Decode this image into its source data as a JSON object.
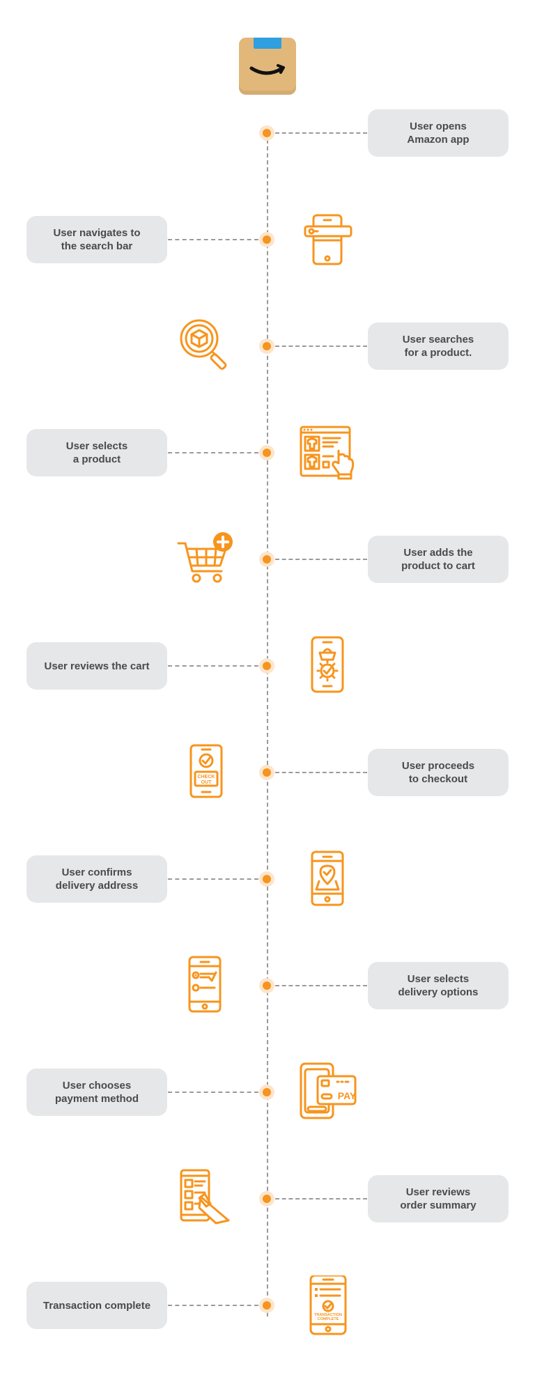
{
  "steps": [
    {
      "label": "User opens\nAmazon app",
      "side": "right",
      "icon": "none"
    },
    {
      "label": "User navigates to\nthe search bar",
      "side": "left",
      "icon": "phone-search-bar-icon"
    },
    {
      "label": "User searches\nfor a product.",
      "side": "right",
      "icon": "magnifier-box-icon"
    },
    {
      "label": "User selects\na product",
      "side": "left",
      "icon": "product-page-tap-icon"
    },
    {
      "label": "User adds the\nproduct to cart",
      "side": "right",
      "icon": "cart-add-icon"
    },
    {
      "label": "User reviews the cart",
      "side": "left",
      "icon": "phone-basket-check-icon"
    },
    {
      "label": "User proceeds\nto checkout",
      "side": "right",
      "icon": "phone-checkout-icon"
    },
    {
      "label": "User confirms\ndelivery address",
      "side": "left",
      "icon": "phone-location-icon"
    },
    {
      "label": "User selects\ndelivery options",
      "side": "right",
      "icon": "phone-delivery-options-icon"
    },
    {
      "label": "User chooses\npayment method",
      "side": "left",
      "icon": "phone-pay-card-icon"
    },
    {
      "label": "User reviews\norder summary",
      "side": "right",
      "icon": "tablet-review-icon"
    },
    {
      "label": "Transaction complete",
      "side": "left",
      "icon": "phone-transaction-complete-icon"
    }
  ],
  "icon_text": {
    "checkout_line1": "CHECK",
    "checkout_line2": "OUT",
    "pay": "PAY",
    "transaction_line1": "TRANSACTION",
    "transaction_line2": "COMPLETE"
  },
  "colors": {
    "accent": "#f7941d",
    "label_bg": "#e6e7e8",
    "text": "#4a4a4a",
    "logo_tape": "#2f9fe0",
    "logo_box": "#e2b77a"
  },
  "logo": "amazon-box-logo"
}
